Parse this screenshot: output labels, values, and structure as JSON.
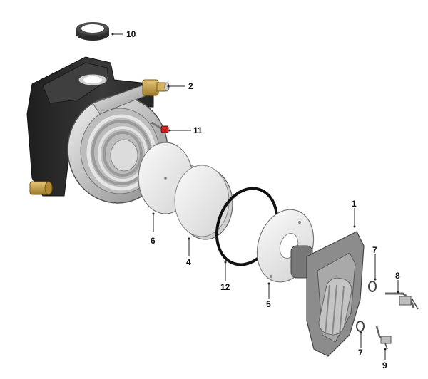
{
  "diagram": {
    "type": "exploded-parts-view",
    "parts": [
      {
        "id": "p10",
        "label": "10",
        "icon": "sealing-ring"
      },
      {
        "id": "p2",
        "label": "2",
        "icon": "brass-fitting"
      },
      {
        "id": "p11",
        "label": "11",
        "icon": "sensor-probe"
      },
      {
        "id": "p6",
        "label": "6",
        "icon": "insulation-disc"
      },
      {
        "id": "p4",
        "label": "4",
        "icon": "insulation-panel"
      },
      {
        "id": "p12",
        "label": "12",
        "icon": "o-ring-gasket"
      },
      {
        "id": "p5",
        "label": "5",
        "icon": "burner-gasket"
      },
      {
        "id": "p1",
        "label": "1",
        "icon": "burner-door"
      },
      {
        "id": "p7a",
        "label": "7",
        "icon": "clip"
      },
      {
        "id": "p8",
        "label": "8",
        "icon": "ignition-electrode"
      },
      {
        "id": "p7b",
        "label": "7",
        "icon": "clip"
      },
      {
        "id": "p9",
        "label": "9",
        "icon": "ionisation-electrode"
      }
    ],
    "colors": {
      "body_dark": "#2b2b2b",
      "body_mid": "#555555",
      "metal_light": "#d9d9d9",
      "metal_mid": "#a8a8a8",
      "panel_fill": "#eeeeee",
      "brass": "#c9a24a",
      "red_accent": "#cc2222"
    }
  }
}
